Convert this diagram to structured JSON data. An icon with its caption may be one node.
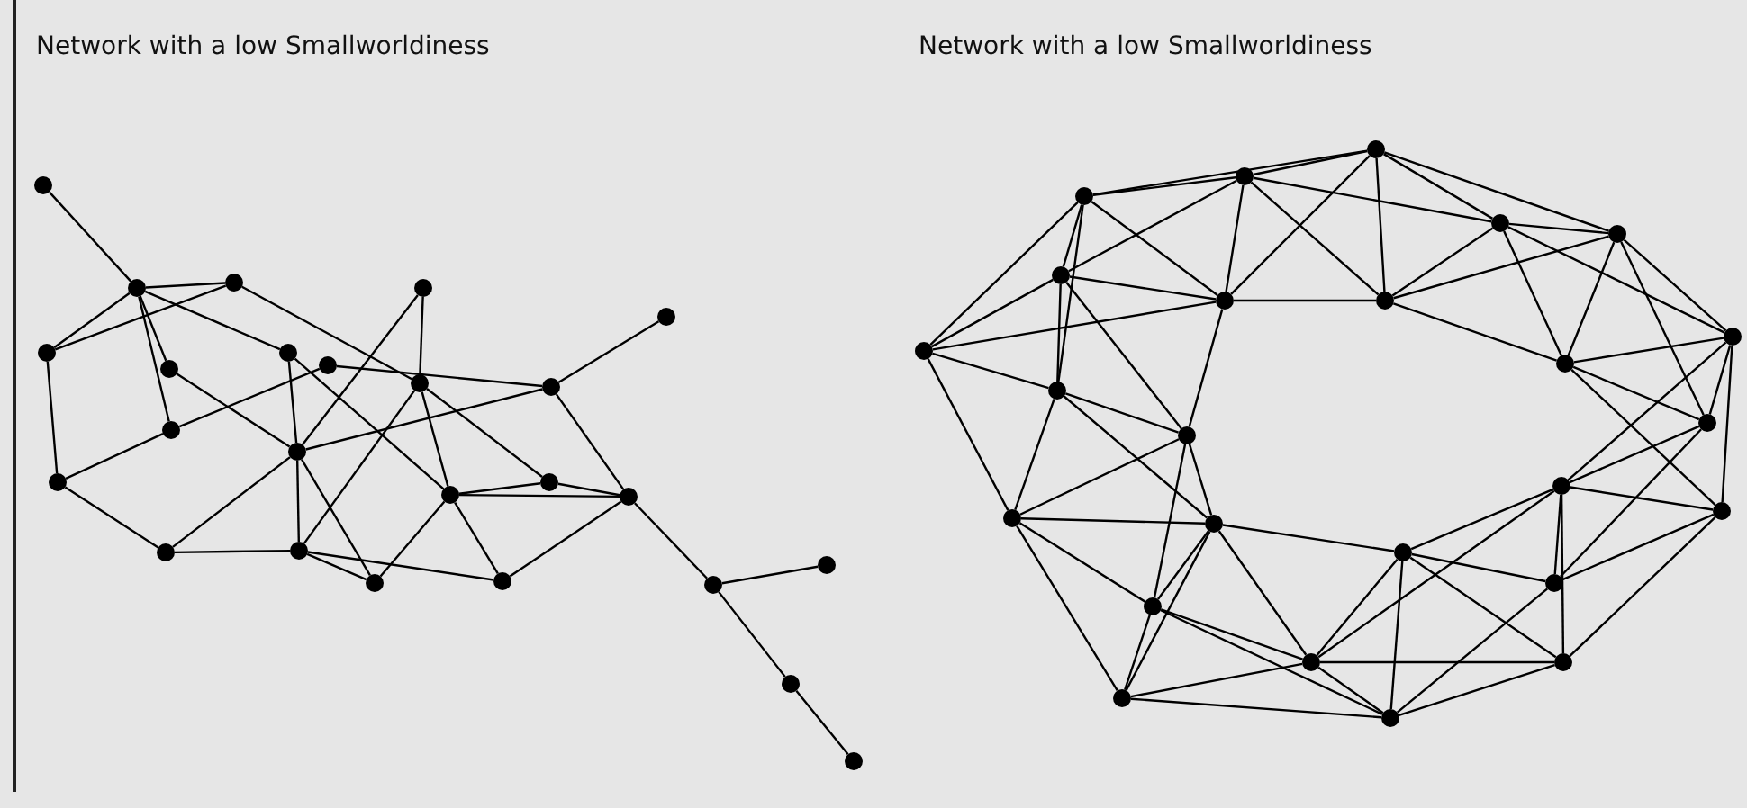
{
  "diagram": {
    "nodes": [
      {
        "text": [],
        "shape": "circle"
      },
      {
        "text": [],
        "shape": "circle"
      },
      {
        "text": [],
        "shape": "circle"
      },
      {
        "text": [],
        "shape": "circle"
      },
      {
        "text": [],
        "shape": "circle"
      },
      {
        "text": [],
        "shape": "circle"
      },
      {
        "text": [],
        "shape": "circle"
      },
      {
        "text": [],
        "shape": "circle"
      },
      {
        "text": [],
        "shape": "circle"
      },
      {
        "text": [],
        "shape": "circle"
      },
      {
        "text": [],
        "shape": "circle"
      },
      {
        "text": [],
        "shape": "circle"
      },
      {
        "text": [],
        "shape": "circle"
      },
      {
        "text": [],
        "shape": "circle"
      },
      {
        "text": [],
        "shape": "circle"
      },
      {
        "text": [],
        "shape": "circle"
      },
      {
        "text": [],
        "shape": "circle"
      },
      {
        "text": [],
        "shape": "circle"
      },
      {
        "text": [],
        "shape": "circle"
      },
      {
        "text": [],
        "shape": "circle"
      },
      {
        "text": [],
        "shape": "circle"
      },
      {
        "text": [],
        "shape": "circle"
      },
      {
        "text": [],
        "shape": "circle"
      },
      {
        "text": [],
        "shape": "circle"
      },
      {
        "text": [],
        "shape": "circle"
      },
      {
        "text": [],
        "shape": "circle"
      },
      {
        "text": [],
        "shape": "circle"
      },
      {
        "text": [],
        "shape": "circle"
      },
      {
        "text": [],
        "shape": "circle"
      },
      {
        "text": [],
        "shape": "circle"
      },
      {
        "text": [],
        "shape": "circle"
      },
      {
        "text": [],
        "shape": "circle"
      },
      {
        "text": [],
        "shape": "circle"
      },
      {
        "text": [],
        "shape": "circle"
      },
      {
        "text": [],
        "shape": "circle"
      },
      {
        "text": [],
        "shape": "circle"
      },
      {
        "text": [],
        "shape": "circle"
      },
      {
        "text": [],
        "shape": "circle"
      },
      {
        "text": [],
        "shape": "circle"
      },
      {
        "text": [],
        "shape": "circle"
      },
      {
        "text": [],
        "shape": "circle"
      },
      {
        "text": [],
        "shape": "circle"
      },
      {
        "text": [],
        "shape": "circle"
      },
      {
        "text": [],
        "shape": "circle"
      },
      {
        "text": [],
        "shape": "circle"
      },
      {
        "text": [],
        "shape": "circle"
      },
      {
        "text": [],
        "shape": "circle"
      },
      {
        "text": [],
        "shape": "circle"
      },
      {
        "text": [],
        "shape": "circle"
      },
      {
        "text": [],
        "shape": "circle"
      }
    ],
    "edges": [
      {
        "from": 0,
        "to": 1,
        "arrow": "none"
      },
      {
        "from": 1,
        "to": 2,
        "arrow": "none"
      },
      {
        "from": 1,
        "to": 3,
        "arrow": "none"
      },
      {
        "from": 1,
        "to": 4,
        "arrow": "none"
      },
      {
        "from": 1,
        "to": 9,
        "arrow": "none"
      },
      {
        "from": 1,
        "to": 5,
        "arrow": "none"
      },
      {
        "from": 2,
        "to": 3,
        "arrow": "none"
      },
      {
        "from": 2,
        "to": 8,
        "arrow": "none"
      },
      {
        "from": 3,
        "to": 11,
        "arrow": "none"
      },
      {
        "from": 4,
        "to": 10,
        "arrow": "none"
      },
      {
        "from": 9,
        "to": 6,
        "arrow": "none"
      },
      {
        "from": 9,
        "to": 11,
        "arrow": "none"
      },
      {
        "from": 5,
        "to": 10,
        "arrow": "none"
      },
      {
        "from": 5,
        "to": 15,
        "arrow": "none"
      },
      {
        "from": 6,
        "to": 16,
        "arrow": "none"
      },
      {
        "from": 7,
        "to": 8,
        "arrow": "none"
      },
      {
        "from": 7,
        "to": 10,
        "arrow": "none"
      },
      {
        "from": 8,
        "to": 15,
        "arrow": "none"
      },
      {
        "from": 8,
        "to": 18,
        "arrow": "none"
      },
      {
        "from": 8,
        "to": 13,
        "arrow": "none"
      },
      {
        "from": 10,
        "to": 16,
        "arrow": "none"
      },
      {
        "from": 10,
        "to": 13,
        "arrow": "none"
      },
      {
        "from": 10,
        "to": 12,
        "arrow": "none"
      },
      {
        "from": 10,
        "to": 14,
        "arrow": "none"
      },
      {
        "from": 12,
        "to": 13,
        "arrow": "none"
      },
      {
        "from": 13,
        "to": 14,
        "arrow": "none"
      },
      {
        "from": 13,
        "to": 20,
        "arrow": "none"
      },
      {
        "from": 11,
        "to": 12,
        "arrow": "none"
      },
      {
        "from": 14,
        "to": 15,
        "arrow": "none"
      },
      {
        "from": 15,
        "to": 20,
        "arrow": "none"
      },
      {
        "from": 15,
        "to": 18,
        "arrow": "none"
      },
      {
        "from": 15,
        "to": 19,
        "arrow": "none"
      },
      {
        "from": 18,
        "to": 19,
        "arrow": "none"
      },
      {
        "from": 16,
        "to": 17,
        "arrow": "none"
      },
      {
        "from": 16,
        "to": 19,
        "arrow": "none"
      },
      {
        "from": 19,
        "to": 21,
        "arrow": "none"
      },
      {
        "from": 21,
        "to": 22,
        "arrow": "none"
      },
      {
        "from": 21,
        "to": 23,
        "arrow": "none"
      },
      {
        "from": 23,
        "to": 24,
        "arrow": "none"
      },
      {
        "from": 20,
        "to": 19,
        "arrow": "none"
      },
      {
        "from": 25,
        "to": 26,
        "arrow": "none"
      },
      {
        "from": 26,
        "to": 34,
        "arrow": "none"
      },
      {
        "from": 25,
        "to": 34,
        "arrow": "none"
      },
      {
        "from": 25,
        "to": 29,
        "arrow": "none"
      },
      {
        "from": 25,
        "to": 27,
        "arrow": "none"
      },
      {
        "from": 25,
        "to": 30,
        "arrow": "none"
      },
      {
        "from": 25,
        "to": 28,
        "arrow": "none"
      },
      {
        "from": 27,
        "to": 26,
        "arrow": "none"
      },
      {
        "from": 27,
        "to": 29,
        "arrow": "none"
      },
      {
        "from": 27,
        "to": 28,
        "arrow": "none"
      },
      {
        "from": 27,
        "to": 30,
        "arrow": "none"
      },
      {
        "from": 27,
        "to": 31,
        "arrow": "none"
      },
      {
        "from": 29,
        "to": 28,
        "arrow": "none"
      },
      {
        "from": 29,
        "to": 30,
        "arrow": "none"
      },
      {
        "from": 29,
        "to": 32,
        "arrow": "none"
      },
      {
        "from": 30,
        "to": 31,
        "arrow": "none"
      },
      {
        "from": 30,
        "to": 33,
        "arrow": "none"
      },
      {
        "from": 30,
        "to": 32,
        "arrow": "none"
      },
      {
        "from": 26,
        "to": 28,
        "arrow": "none"
      },
      {
        "from": 28,
        "to": 34,
        "arrow": "none"
      },
      {
        "from": 28,
        "to": 37,
        "arrow": "none"
      },
      {
        "from": 28,
        "to": 31,
        "arrow": "none"
      },
      {
        "from": 31,
        "to": 44,
        "arrow": "none"
      },
      {
        "from": 26,
        "to": 37,
        "arrow": "none"
      },
      {
        "from": 26,
        "to": 35,
        "arrow": "none"
      },
      {
        "from": 34,
        "to": 37,
        "arrow": "none"
      },
      {
        "from": 34,
        "to": 35,
        "arrow": "none"
      },
      {
        "from": 34,
        "to": 36,
        "arrow": "none"
      },
      {
        "from": 35,
        "to": 37,
        "arrow": "none"
      },
      {
        "from": 36,
        "to": 37,
        "arrow": "none"
      },
      {
        "from": 35,
        "to": 36,
        "arrow": "none"
      },
      {
        "from": 35,
        "to": 38,
        "arrow": "none"
      },
      {
        "from": 36,
        "to": 38,
        "arrow": "none"
      },
      {
        "from": 36,
        "to": 40,
        "arrow": "none"
      },
      {
        "from": 36,
        "to": 39,
        "arrow": "none"
      },
      {
        "from": 35,
        "to": 39,
        "arrow": "none"
      },
      {
        "from": 37,
        "to": 38,
        "arrow": "none"
      },
      {
        "from": 38,
        "to": 39,
        "arrow": "none"
      },
      {
        "from": 38,
        "to": 40,
        "arrow": "none"
      },
      {
        "from": 38,
        "to": 42,
        "arrow": "none"
      },
      {
        "from": 39,
        "to": 40,
        "arrow": "none"
      },
      {
        "from": 39,
        "to": 42,
        "arrow": "none"
      },
      {
        "from": 39,
        "to": 41,
        "arrow": "none"
      },
      {
        "from": 40,
        "to": 41,
        "arrow": "none"
      },
      {
        "from": 40,
        "to": 47,
        "arrow": "none"
      },
      {
        "from": 41,
        "to": 43,
        "arrow": "none"
      },
      {
        "from": 41,
        "to": 42,
        "arrow": "none"
      },
      {
        "from": 41,
        "to": 47,
        "arrow": "none"
      },
      {
        "from": 41,
        "to": 48,
        "arrow": "none"
      },
      {
        "from": 42,
        "to": 47,
        "arrow": "none"
      },
      {
        "from": 42,
        "to": 48,
        "arrow": "none"
      },
      {
        "from": 43,
        "to": 47,
        "arrow": "none"
      },
      {
        "from": 43,
        "to": 48,
        "arrow": "none"
      },
      {
        "from": 43,
        "to": 49,
        "arrow": "none"
      },
      {
        "from": 43,
        "to": 45,
        "arrow": "none"
      },
      {
        "from": 47,
        "to": 49,
        "arrow": "none"
      },
      {
        "from": 48,
        "to": 49,
        "arrow": "none"
      },
      {
        "from": 45,
        "to": 48,
        "arrow": "none"
      },
      {
        "from": 45,
        "to": 49,
        "arrow": "none"
      },
      {
        "from": 44,
        "to": 49,
        "arrow": "none"
      },
      {
        "from": 46,
        "to": 49,
        "arrow": "none"
      },
      {
        "from": 32,
        "to": 31,
        "arrow": "none"
      },
      {
        "from": 32,
        "to": 33,
        "arrow": "none"
      },
      {
        "from": 32,
        "to": 44,
        "arrow": "none"
      },
      {
        "from": 32,
        "to": 46,
        "arrow": "none"
      },
      {
        "from": 33,
        "to": 44,
        "arrow": "none"
      },
      {
        "from": 33,
        "to": 46,
        "arrow": "none"
      },
      {
        "from": 33,
        "to": 45,
        "arrow": "none"
      },
      {
        "from": 33,
        "to": 43,
        "arrow": "none"
      },
      {
        "from": 31,
        "to": 33,
        "arrow": "none"
      },
      {
        "from": 46,
        "to": 44,
        "arrow": "none"
      },
      {
        "from": 46,
        "to": 45,
        "arrow": "none"
      },
      {
        "from": 45,
        "to": 41,
        "arrow": "none"
      },
      {
        "from": 44,
        "to": 45,
        "arrow": "none"
      }
    ],
    "labels": [
      "Network with a low Smallworldiness",
      "Network with a low Smallworldiness"
    ]
  }
}
